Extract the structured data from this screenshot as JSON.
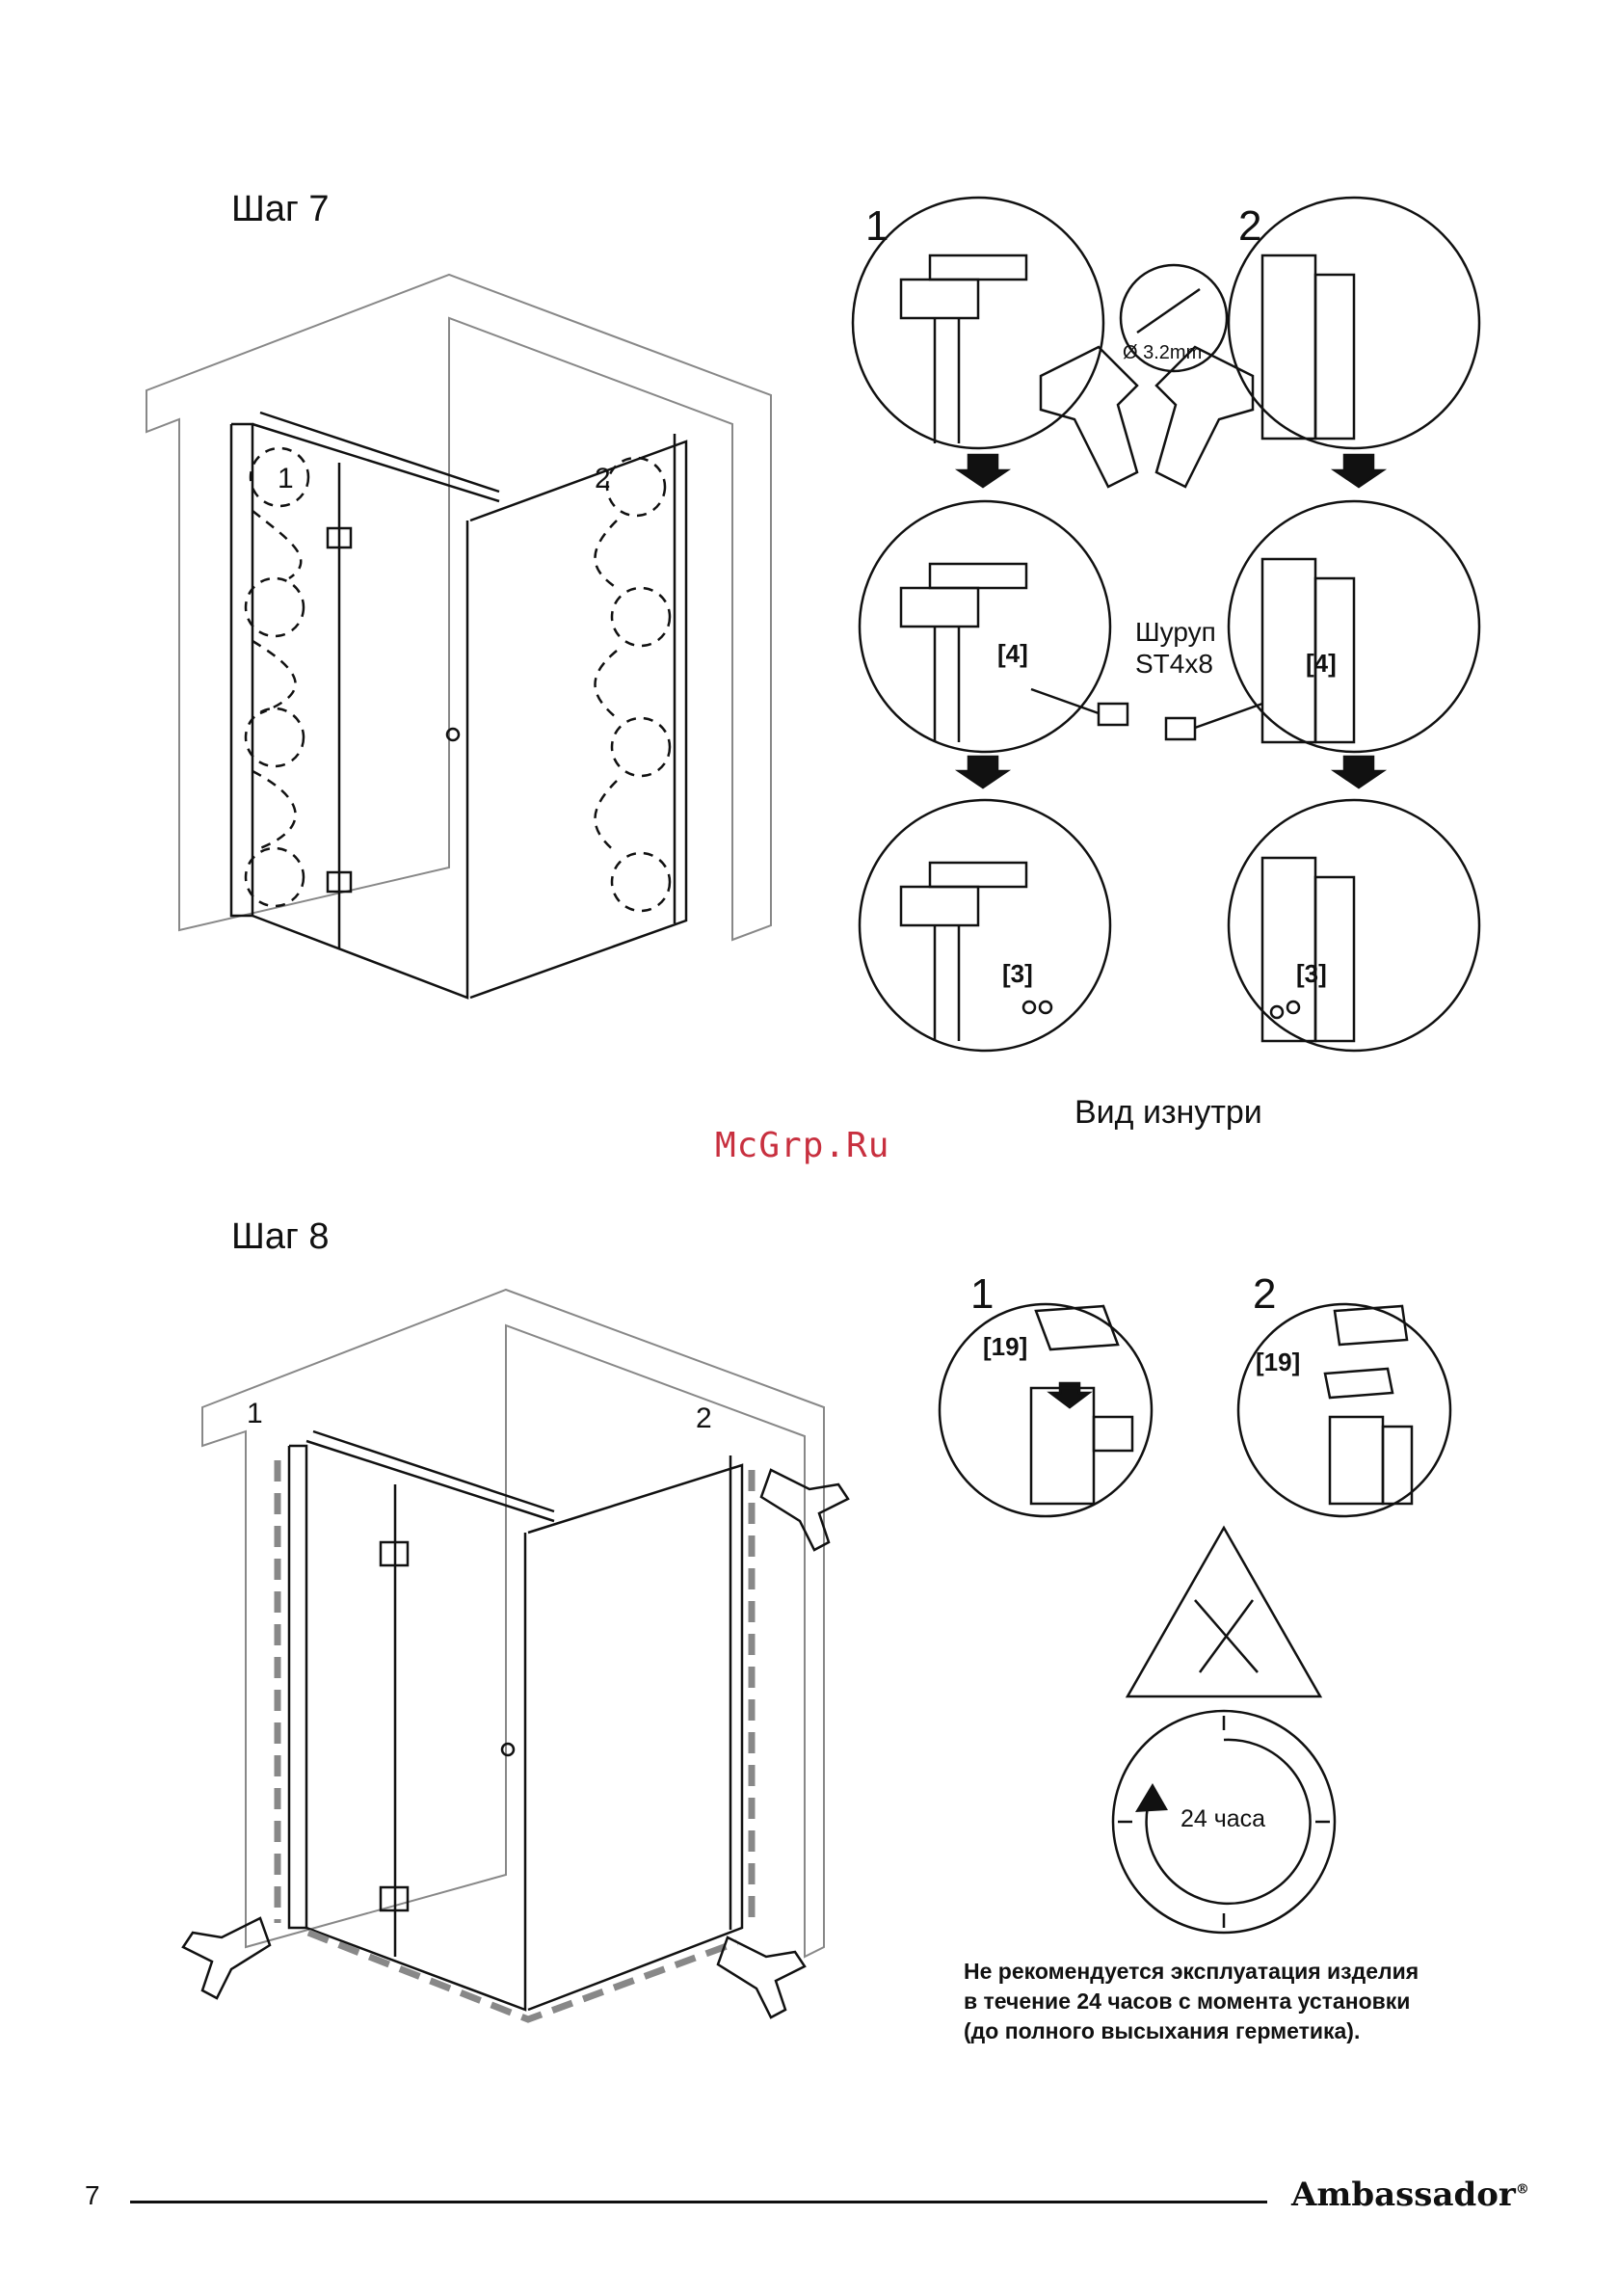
{
  "step7": {
    "title": "Шаг 7",
    "callout_1": "1",
    "callout_2": "2",
    "drill_size": "Ø 3.2mm",
    "screw_label_line1": "Шуруп",
    "screw_label_line2": "ST4x8",
    "part_4_left": "[4]",
    "part_4_right": "[4]",
    "part_3_left": "[3]",
    "part_3_right": "[3]",
    "inside_view": "Вид изнутри"
  },
  "watermark": "McGrp.Ru",
  "step8": {
    "title": "Шаг 8",
    "callout_1": "1",
    "callout_2": "2",
    "part_19_left": "[19]",
    "part_19_right": "[19]",
    "timer_label": "24 часа",
    "note_line1": "Не рекомендуется эксплуатация изделия",
    "note_line2": "в течение 24 часов с момента установки",
    "note_line3": "(до полного высыхания герметика)."
  },
  "footer": {
    "page_number": "7",
    "brand": "Ambassador",
    "brand_mark": "®"
  }
}
